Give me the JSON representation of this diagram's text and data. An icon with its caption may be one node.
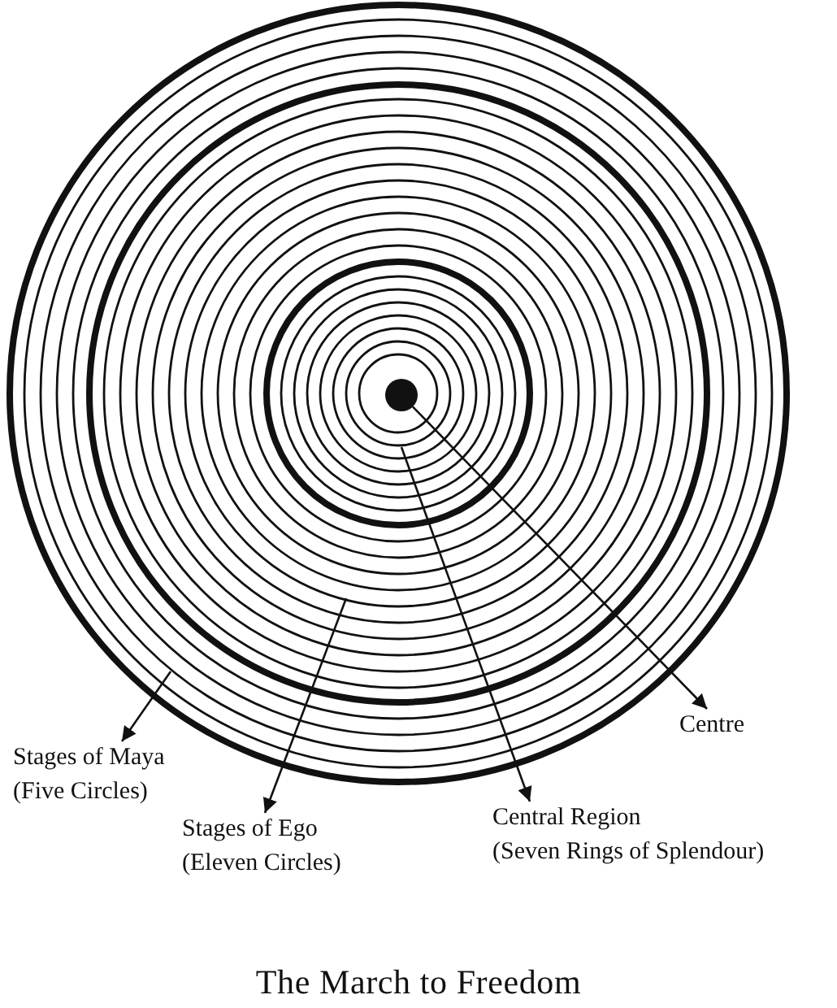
{
  "diagram": {
    "title": "The March to Freedom",
    "nodes": [
      {
        "text": [],
        "shape": "circle"
      },
      {
        "text": [
          "Centre"
        ]
      },
      {
        "text": [
          "Stages of Maya",
          "(Five Circles)"
        ]
      },
      {
        "text": [
          "Central Region",
          "(Seven Rings of Splendour)"
        ]
      },
      {
        "text": [
          "Stages of Ego",
          "(Eleven Circles)"
        ]
      }
    ],
    "edges": [
      {
        "from": null,
        "to": 2,
        "arrow": "to"
      },
      {
        "from": null,
        "to": 4,
        "arrow": "to"
      },
      {
        "from": null,
        "to": 3,
        "arrow": "to"
      },
      {
        "from": 0,
        "to": 1,
        "arrow": "to"
      }
    ]
  }
}
